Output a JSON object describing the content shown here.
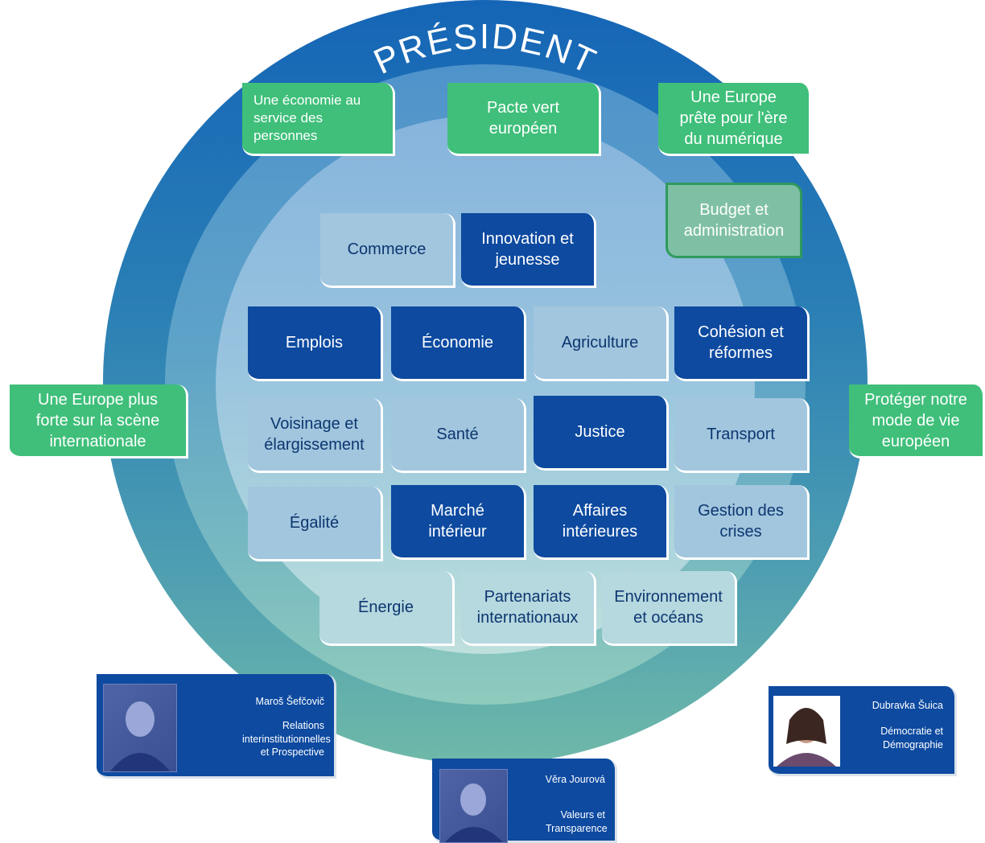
{
  "title": "PRÉSIDENT",
  "priorities": {
    "economy": "Une économie au service des personnes",
    "green_deal": "Pacte vert européen",
    "digital": "Une Europe prête pour l'ère du numérique",
    "stronger": "Une Europe plus forte sur la scène internationale",
    "protect": "Protéger notre mode de vie européen",
    "budget": "Budget et administration"
  },
  "portfolios": {
    "commerce": "Commerce",
    "innovation": "Innovation et jeunesse",
    "emplois": "Emplois",
    "economie": "Économie",
    "agriculture": "Agriculture",
    "cohesion": "Cohésion et réformes",
    "voisinage": "Voisinage et élargissement",
    "sante": "Santé",
    "justice": "Justice",
    "transport": "Transport",
    "egalite": "Égalité",
    "marche": "Marché intérieur",
    "affaires": "Affaires intérieures",
    "crises": "Gestion des crises",
    "energie": "Énergie",
    "partenariats": "Partenariats internationaux",
    "environnement": "Environnement et océans"
  },
  "vice_presidents": [
    {
      "name": "Maroš Šefčovič",
      "role": "Relations interinstitutionnelles et Prospective"
    },
    {
      "name": "Věra Jourová",
      "role": "Valeurs et Transparence"
    },
    {
      "name": "Dubravka Šuica",
      "role": "Démocratie et Démographie"
    }
  ],
  "colors": {
    "outer_ring": "#1565b6",
    "priority_green": "#3fbf7a",
    "portfolio_dark": "#0d4aa0",
    "portfolio_light": "#a2c6de"
  }
}
